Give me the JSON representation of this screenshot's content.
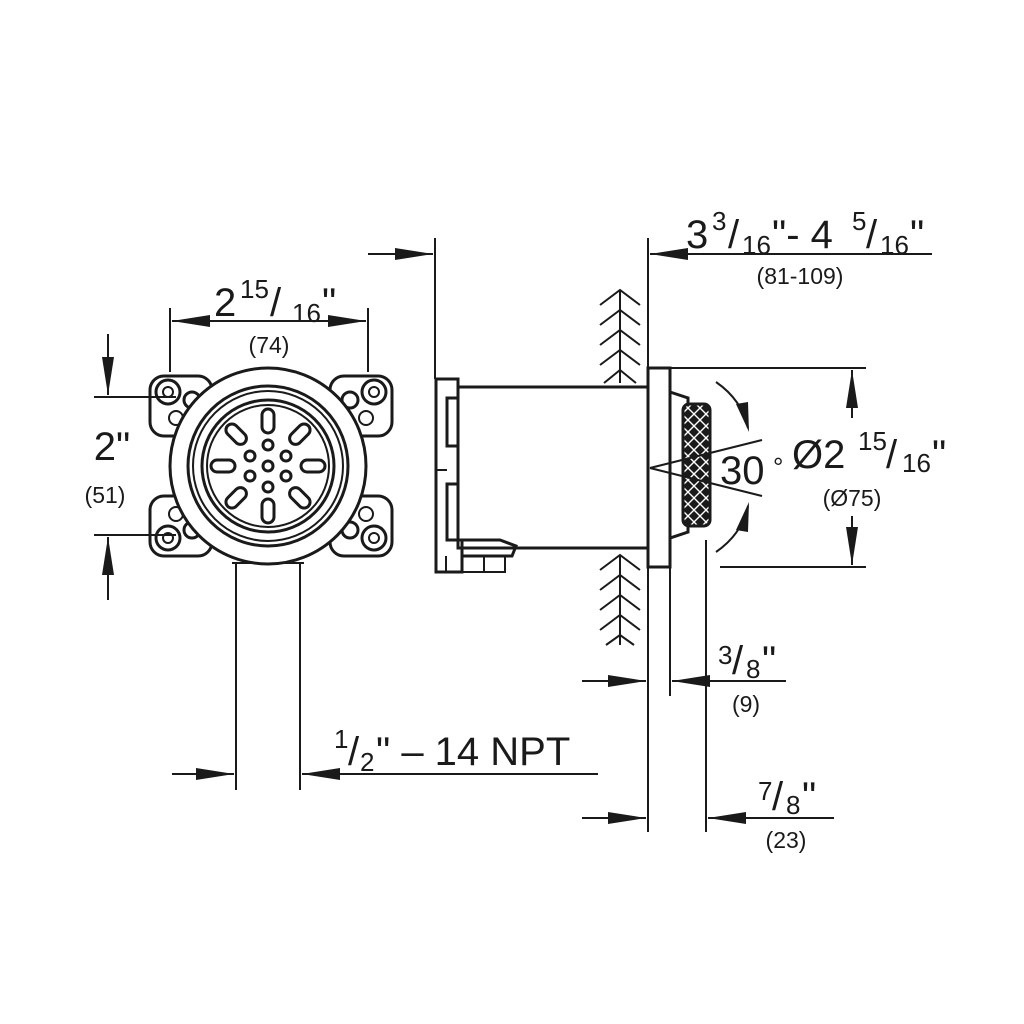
{
  "front_view": {
    "width_dim": {
      "whole": "2",
      "frac_num": "15",
      "frac_den": "16",
      "unit": "\"",
      "metric": "(74)"
    },
    "height_dim": {
      "value": "2\"",
      "metric": "(51)"
    },
    "thread_dim": {
      "frac_num": "1",
      "frac_den": "2",
      "rest": "\" – 14 NPT"
    }
  },
  "side_view": {
    "depth_range": {
      "w1": "3",
      "n1": "3",
      "d1": "16",
      "mid": "\"- 4",
      "n2": "5",
      "d2": "16",
      "unit": "\"",
      "metric": "(81-109)"
    },
    "diameter": {
      "prefix": "Ø2",
      "frac_num": "15",
      "frac_den": "16",
      "unit": "\"",
      "metric": "(Ø75)"
    },
    "angle": {
      "value": "30",
      "unit": "°"
    },
    "flange_dim": {
      "frac_num": "3",
      "frac_den": "8",
      "unit": "\"",
      "metric": "(9)"
    },
    "head_dim": {
      "frac_num": "7",
      "frac_den": "8",
      "unit": "\"",
      "metric": "(23)"
    }
  }
}
